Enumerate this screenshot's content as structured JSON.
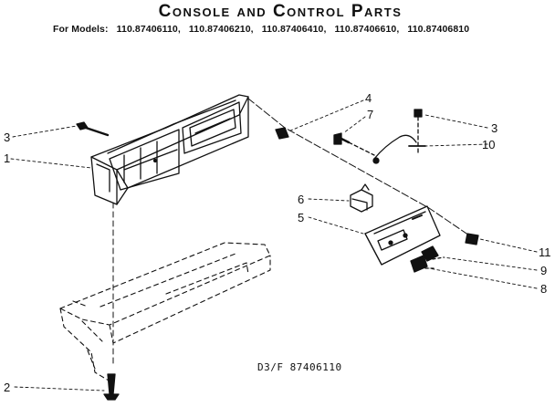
{
  "title": "Console and Control Parts",
  "models": {
    "label": "For Models:",
    "list": [
      "110.87406110,",
      "110.87406210,",
      "110.87406410,",
      "110.87406610,",
      "110.87406810"
    ]
  },
  "callouts": {
    "c1": "1",
    "c2": "2",
    "c3_left": "3",
    "c3_right": "3",
    "c4": "4",
    "c5": "5",
    "c6": "6",
    "c7": "7",
    "c8": "8",
    "c9": "9",
    "c10": "10",
    "c11": "11"
  },
  "reference": "D3/F 87406110"
}
